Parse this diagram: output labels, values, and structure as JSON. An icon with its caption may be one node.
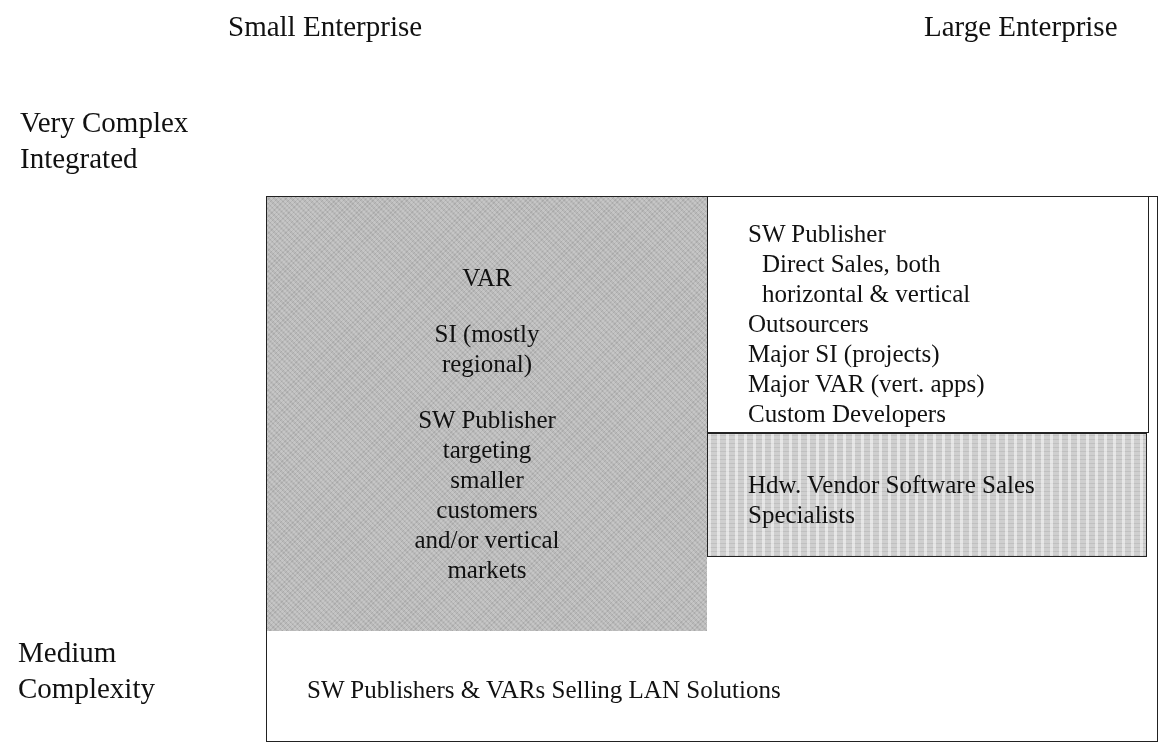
{
  "diagram": {
    "nodes": [
      {
        "text": [
          "SW Publishers & VARs Selling LAN Solutions"
        ]
      },
      {
        "text": [
          "VAR",
          "SI (mostly regional)",
          "SW Publisher targeting smaller customers and/or vertical markets"
        ],
        "in": 0
      },
      {
        "text": [
          "Hdw. Vendor Software Sales Specialists"
        ],
        "in": 0
      },
      {
        "text": [
          "SW Publisher",
          "Direct Sales, both horizontal & vertical",
          "Outsourcers",
          "Major SI (projects)",
          "Major VAR (vert. apps)",
          "Custom Developers"
        ],
        "in": 0
      }
    ],
    "labels": [
      "Small Enterprise",
      "Large Enterprise",
      "Very Complex Integrated",
      "Medium Complexity"
    ]
  }
}
